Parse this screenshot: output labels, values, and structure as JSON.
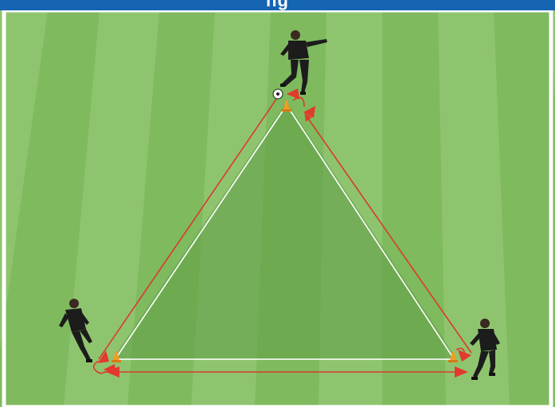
{
  "header": {
    "title": "ng",
    "color": "#1565b3"
  },
  "pitch": {
    "stripe_light": "#8fc46f",
    "stripe_dark": "#73b253",
    "border_color": "#ffffff"
  },
  "drill": {
    "shape": "triangle",
    "field_lines_color": "#ffffff",
    "pass_arrow_color": "#d93a2e",
    "cone_color": "#f29d1f",
    "cones": 3,
    "players": 3,
    "players_role": [
      "top-player-with-ball",
      "left-player",
      "right-player"
    ],
    "ball_icon": "soccer-ball-icon"
  }
}
